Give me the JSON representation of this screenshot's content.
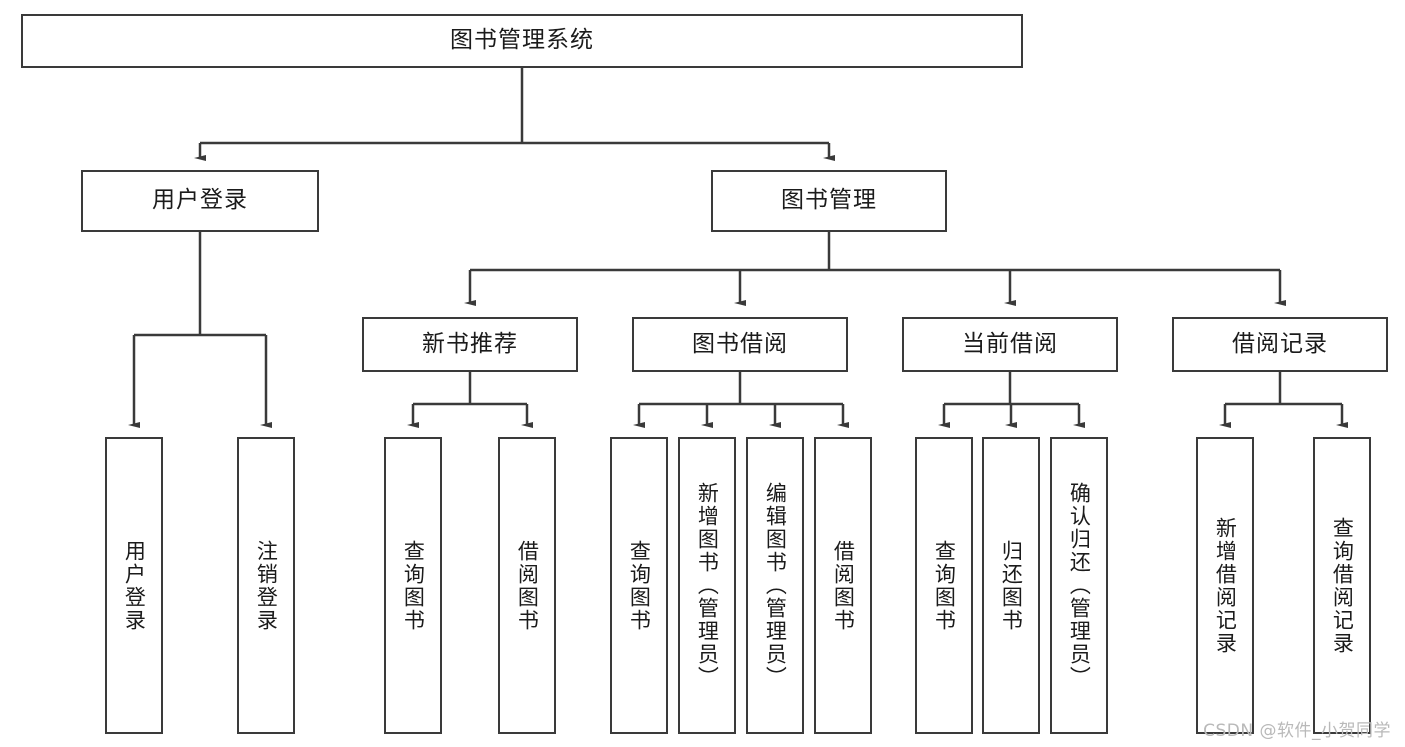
{
  "diagram": {
    "title": "图书管理系统",
    "type": "tree-hierarchy",
    "arrow_color": "#3a3a3a",
    "box_border_color": "#3a3a3a",
    "box_fill_color": "#ffffff",
    "background_color": "#ffffff"
  },
  "root": {
    "label": "图书管理系统"
  },
  "level1": [
    {
      "label": "用户登录"
    },
    {
      "label": "图书管理"
    }
  ],
  "level2": [
    {
      "label": "新书推荐"
    },
    {
      "label": "图书借阅"
    },
    {
      "label": "当前借阅"
    },
    {
      "label": "借阅记录"
    }
  ],
  "leaves": {
    "user_login": [
      {
        "label": "用户登录"
      },
      {
        "label": "注销登录"
      }
    ],
    "new_book": [
      {
        "label": "查询图书"
      },
      {
        "label": "借阅图书"
      }
    ],
    "book_borrow": [
      {
        "label": "查询图书"
      },
      {
        "label": "新增图书（管理员）"
      },
      {
        "label": "编辑图书（管理员）"
      },
      {
        "label": "借阅图书"
      }
    ],
    "current_borrow": [
      {
        "label": "查询图书"
      },
      {
        "label": "归还图书"
      },
      {
        "label": "确认归还（管理员）"
      }
    ],
    "borrow_record": [
      {
        "label": "新增借阅记录"
      },
      {
        "label": "查询借阅记录"
      }
    ]
  },
  "watermark": {
    "text": "CSDN @软件_小贺同学"
  }
}
